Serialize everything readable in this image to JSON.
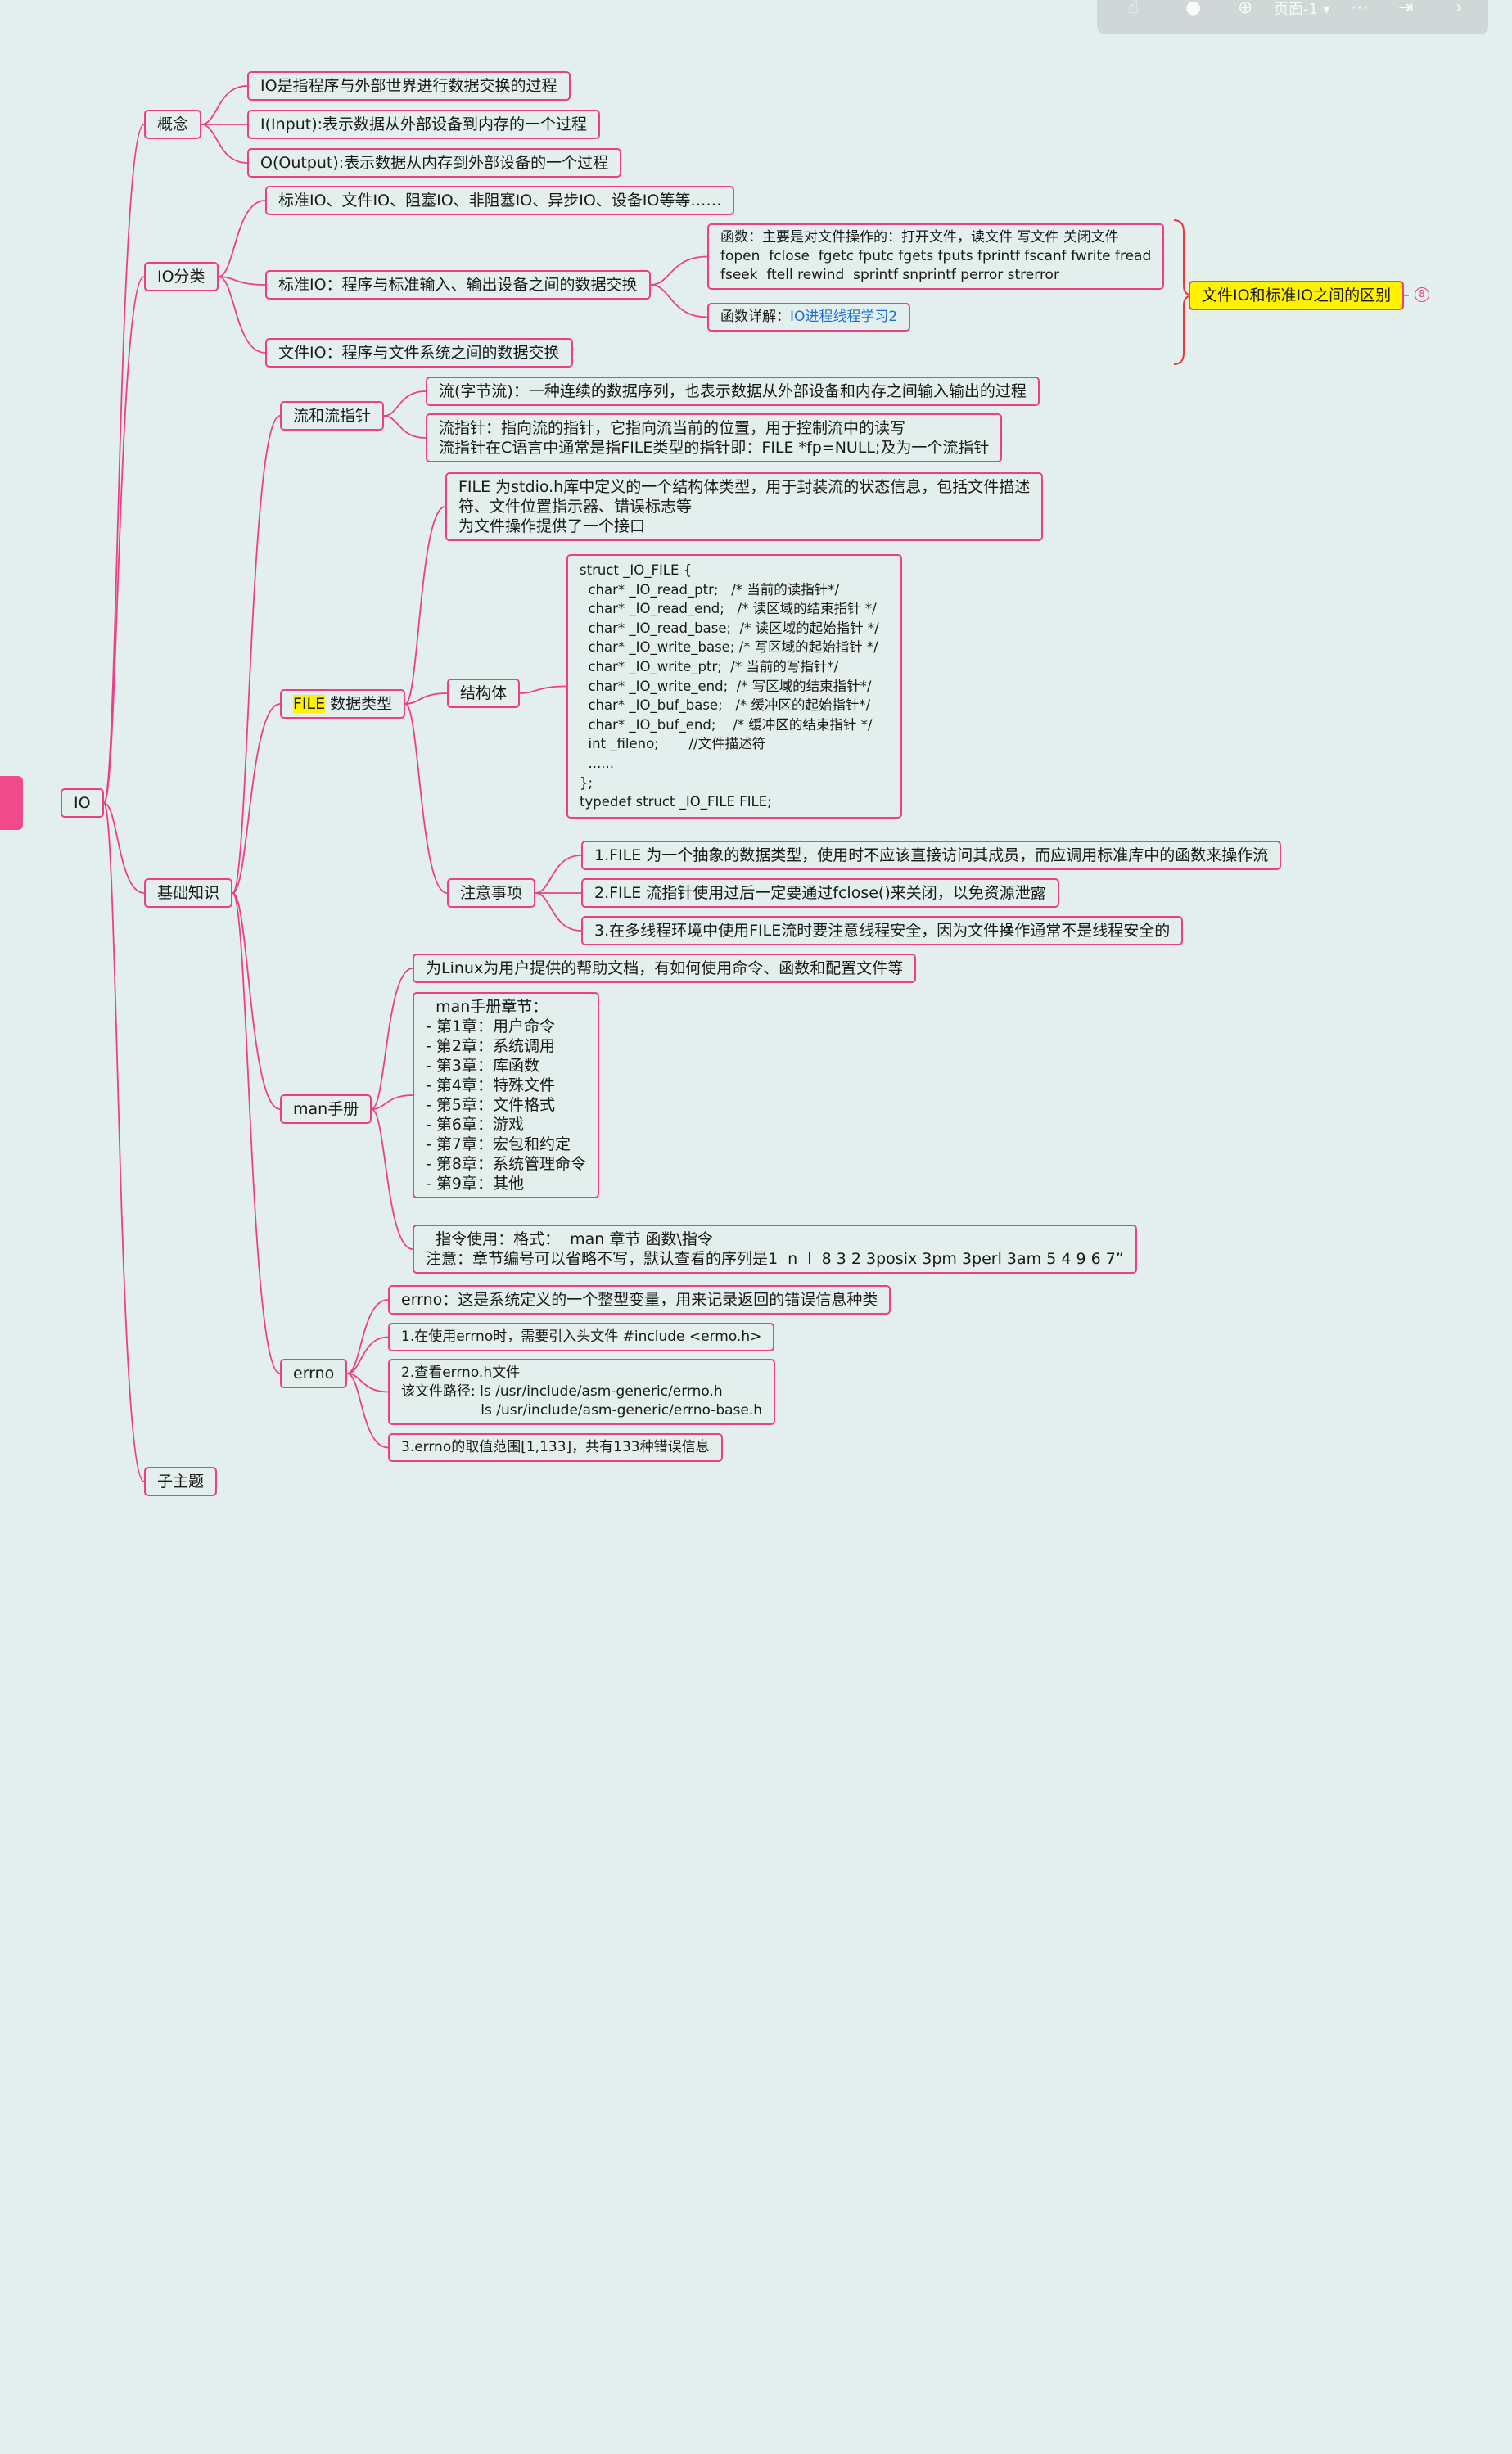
{
  "toolbar": {
    "page_label": "页面-1",
    "icons": [
      "hand-icon",
      "bulb-icon",
      "zoom-in-icon",
      "chevron-down-icon",
      "more-icon",
      "export-icon",
      "chevron-right-icon"
    ]
  },
  "colors": {
    "node_border": "#ee3f86",
    "background": "#e2efec",
    "highlight": "#fff200",
    "link": "#1b6fd1"
  },
  "mindmap": {
    "root": "IO",
    "concept": {
      "label": "概念",
      "items": [
        "IO是指程序与外部世界进行数据交换的过程",
        "I(Input):表示数据从外部设备到内存的一个过程",
        "O(Output):表示数据从内存到外部设备的一个过程"
      ]
    },
    "io_types": {
      "label": "IO分类",
      "list": "标准IO、文件IO、阻塞IO、非阻塞IO、异步IO、设备IO等等……",
      "std_io": "标准IO：程序与标准输入、输出设备之间的数据交换",
      "functions_lines": [
        "函数：主要是对文件操作的：打开文件，读文件 写文件 关闭文件",
        "fopen  fclose  fgetc fputc fgets fputs fprintf fscanf fwrite fread",
        "fseek  ftell rewind  sprintf snprintf perror strerror"
      ],
      "func_detail_label": "函数详解：",
      "func_detail_link": "IO进程线程学习2",
      "file_io": "文件IO：程序与文件系统之间的数据交换",
      "summary": "文件IO和标准IO之间的区别",
      "summary_badge": "8"
    },
    "basics": {
      "label": "基础知识",
      "stream": {
        "label": "流和流指针",
        "item1": "流(字节流)：一种连续的数据序列，也表示数据从外部设备和内存之间输入输出的过程",
        "item2_lines": [
          "流指针：指向流的指针，它指向流当前的位置，用于控制流中的读写",
          "流指针在C语言中通常是指FILE类型的指针即：FILE *fp=NULL;及为一个流指针"
        ]
      },
      "file_type": {
        "label_hl": "FILE",
        "label_rest": " 数据类型",
        "desc_lines": [
          "FILE 为stdio.h库中定义的一个结构体类型，用于封装流的状态信息，包括文件描述",
          "符、文件位置指示器、错误标志等",
          "为文件操作提供了一个接口"
        ],
        "struct_label": "结构体",
        "struct_code": [
          "struct _IO_FILE {",
          "",
          "  char* _IO_read_ptr;   /* 当前的读指针*/",
          "  char* _IO_read_end;   /* 读区域的结束指针 */",
          "  char* _IO_read_base;  /* 读区域的起始指针 */",
          "  char* _IO_write_base; /* 写区域的起始指针 */",
          "  char* _IO_write_ptr;  /* 当前的写指针*/",
          "  char* _IO_write_end;  /* 写区域的结束指针*/",
          "  char* _IO_buf_base;   /* 缓冲区的起始指针*/",
          "  char* _IO_buf_end;    /* 缓冲区的结束指针 */",
          "  int _fileno;       //文件描述符",
          "  ......",
          "};",
          "typedef struct _IO_FILE FILE;"
        ],
        "notes_label": "注意事项",
        "notes": [
          "1.FILE 为一个抽象的数据类型，使用时不应该直接访问其成员，而应调用标准库中的函数来操作流",
          "2.FILE 流指针使用过后一定要通过fclose()来关闭，以免资源泄露",
          "3.在多线程环境中使用FILE流时要注意线程安全，因为文件操作通常不是线程安全的"
        ]
      },
      "man": {
        "label": "man手册",
        "desc": "为Linux为用户提供的帮助文档，有如何使用命令、函数和配置文件等",
        "chapters": [
          "  man手册章节：",
          "- 第1章：用户命令",
          "- 第2章：系统调用",
          "- 第3章：库函数",
          "- 第4章：特殊文件",
          "- 第5章：文件格式",
          "- 第6章：游戏",
          "- 第7章：宏包和约定",
          "- 第8章：系统管理命令",
          "- 第9章：其他"
        ],
        "usage_lines": [
          "  指令使用：格式：  man 章节 函数\\指令",
          "注意：章节编号可以省略不写，默认查看的序列是1  n  l  8 3 2 3posix 3pm 3perl 3am 5 4 9 6 7”"
        ]
      },
      "errno": {
        "label": "errno",
        "desc": "errno：这是系统定义的一个整型变量，用来记录返回的错误信息种类",
        "item1": "1.在使用errno时，需要引入头文件 #include <ermo.h>",
        "item2_lines": [
          "2.查看errno.h文件",
          "该文件路径: ls /usr/include/asm-generic/errno.h",
          "                  ls /usr/include/asm-generic/errno-base.h"
        ],
        "item3": "3.errno的取值范围[1,133]，共有133种错误信息"
      }
    },
    "subtopic": "子主题"
  }
}
